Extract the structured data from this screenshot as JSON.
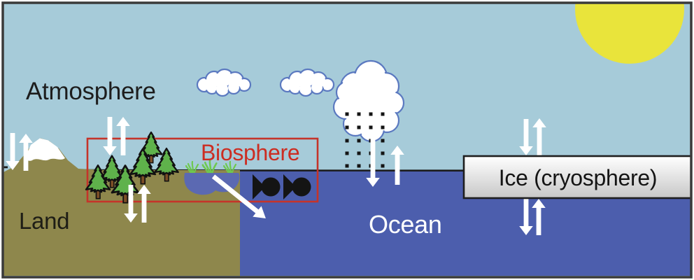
{
  "labels": {
    "atmosphere": "Atmosphere",
    "land": "Land",
    "ocean": "Ocean",
    "biosphere": "Biosphere",
    "cryosphere": "Ice (cryosphere)"
  },
  "colors": {
    "sky": "#a6cbd9",
    "ocean": "#4c5ead",
    "land": "#8e874c",
    "sun": "#e9e43b",
    "snow": "#ffffff",
    "pond": "#5b69b2",
    "biosphere_box": "#c5342a",
    "biosphere_text": "#cc2d22",
    "tree_green": "#5fb24b",
    "trunk_brown": "#7c4e26",
    "reed_green": "#6ec94f",
    "cloud_fill": "#ffffff",
    "cloud_outline": "#5b79c0",
    "arrow_white": "#ffffff",
    "rain_dot_black": "#141414",
    "fish_black": "#141414",
    "ice_box_top": "#ffffff",
    "ice_box_bottom": "#c7c7c7",
    "frame": "#3a3a3a"
  },
  "icons": [
    "sun-icon",
    "flat-cloud-icon",
    "rain-cloud-icon",
    "rain-dots-icon",
    "snowcap-mountain-icon",
    "conifer-tree-icon",
    "pond-icon",
    "reeds-icon",
    "fish-icon",
    "exchange-arrow-icon",
    "runoff-arrow-icon"
  ],
  "arrows": [
    "mountain-exchange-arrow-down",
    "mountain-exchange-arrow-up",
    "forest-exchange-arrow-down",
    "forest-exchange-arrow-up",
    "subsurface-exchange-arrow-down",
    "subsurface-exchange-arrow-up",
    "precipitation-arrow-down",
    "evaporation-arrow-up",
    "ice-atmosphere-arrow-down",
    "ice-atmosphere-arrow-up",
    "ice-ocean-arrow-down",
    "ice-ocean-arrow-up",
    "runoff-arrow"
  ]
}
